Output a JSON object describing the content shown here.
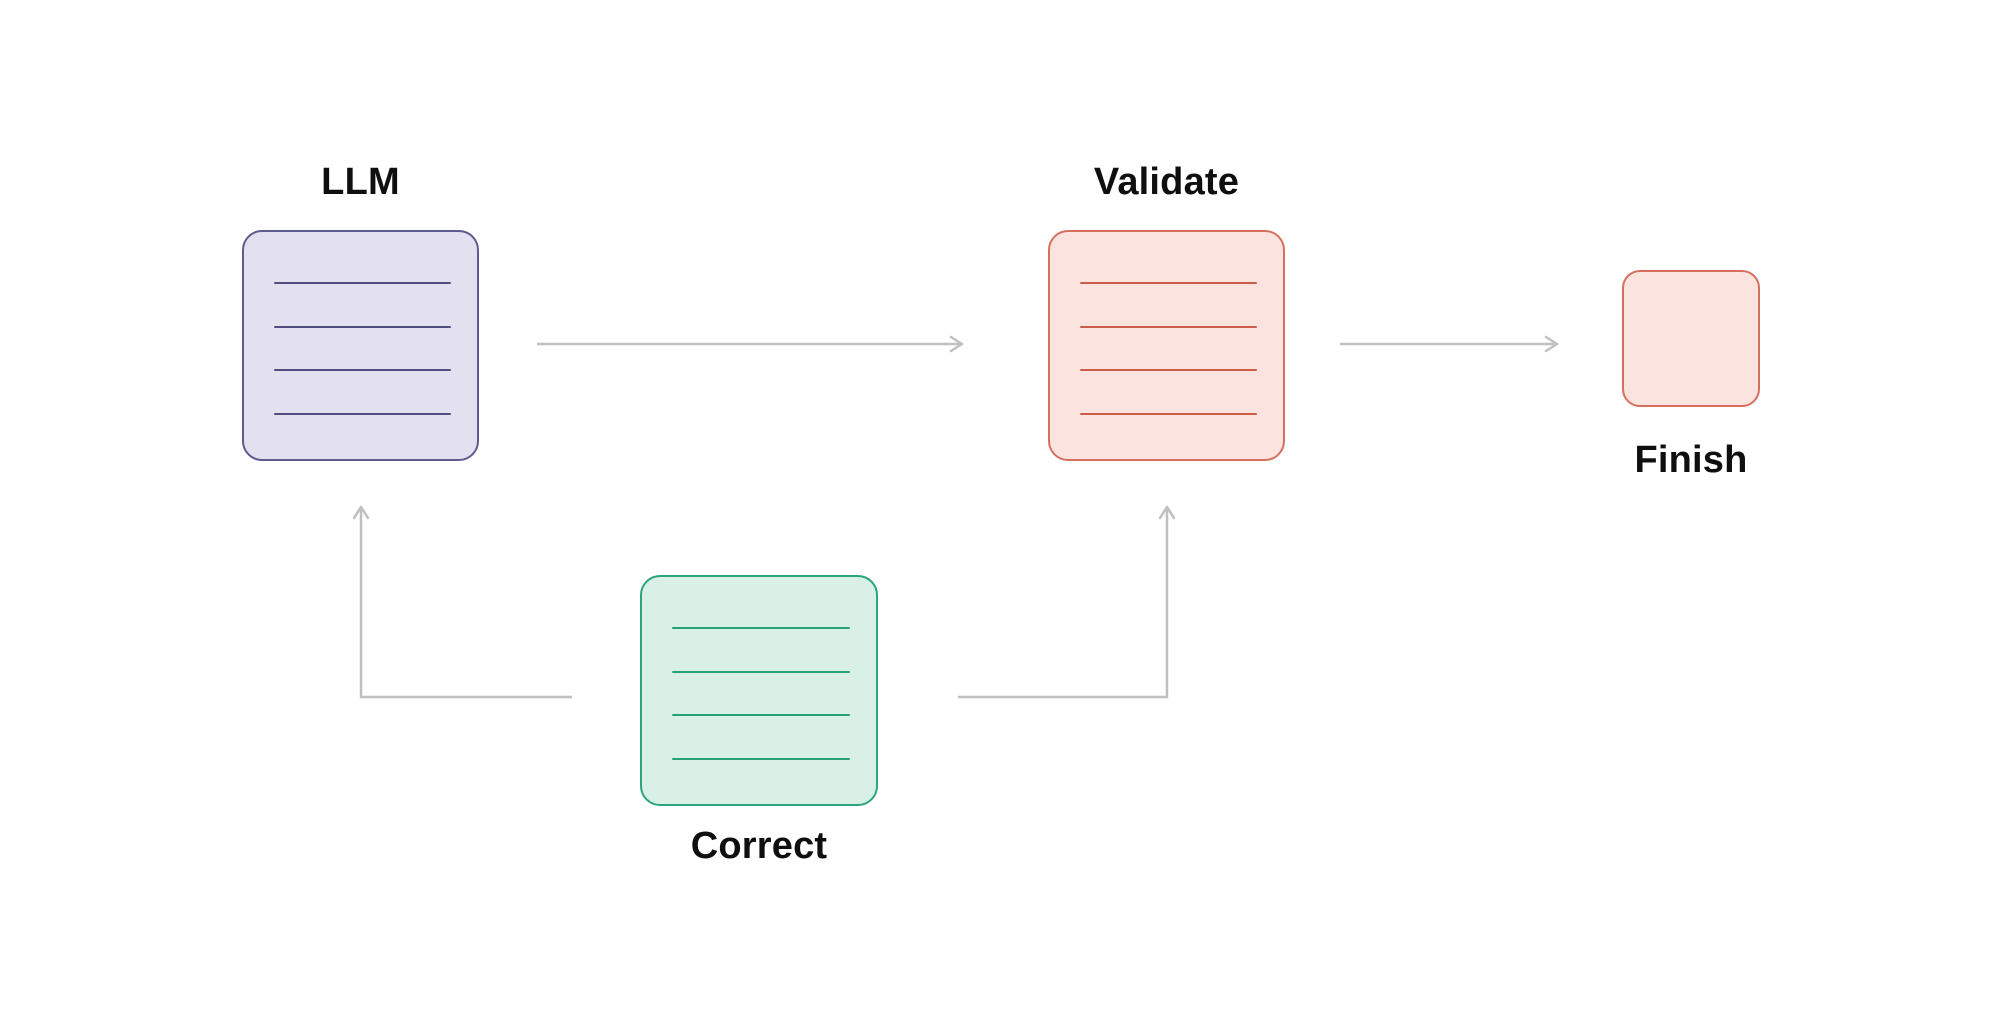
{
  "diagram": {
    "background": "#ffffff",
    "nodes": {
      "llm": {
        "label": "LLM",
        "fill": "#e3e0ef",
        "border": "#5f5b8e",
        "line_color": "#514d82",
        "note_lines": 4
      },
      "validate": {
        "label": "Validate",
        "fill": "#fbe3df",
        "border": "#d5705e",
        "line_color": "#cb5c49",
        "note_lines": 4
      },
      "correct": {
        "label": "Correct",
        "fill": "#d8f0e5",
        "border": "#2ca47e",
        "line_color": "#27a176",
        "note_lines": 4
      },
      "finish": {
        "label": "Finish",
        "fill": "#fbe3df",
        "border": "#d5705e",
        "line_color": "#d5705e",
        "note_lines": 0
      }
    },
    "edges": [
      {
        "id": "llm-to-validate",
        "from": "llm",
        "to": "validate",
        "shape": "straight-arrow-right"
      },
      {
        "id": "validate-to-finish",
        "from": "validate",
        "to": "finish",
        "shape": "straight-arrow-right"
      },
      {
        "id": "correct-to-llm",
        "from": "correct",
        "to": "llm",
        "shape": "elbow-arrow-up"
      },
      {
        "id": "correct-to-validate",
        "from": "correct",
        "to": "validate",
        "shape": "elbow-arrow-up"
      }
    ],
    "colors": {
      "arrow": "#c0c0c0",
      "label_text": "#0f0f0f"
    }
  }
}
